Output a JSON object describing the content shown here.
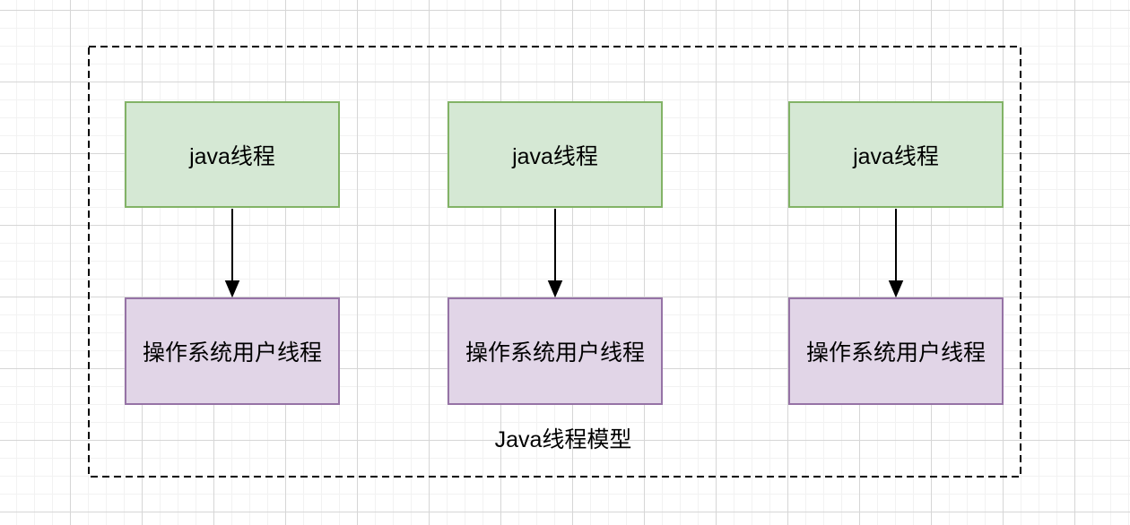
{
  "diagram": {
    "group_label": "Java线程模型",
    "columns": [
      {
        "java_thread": "java线程",
        "os_thread": "操作系统用户线程"
      },
      {
        "java_thread": "java线程",
        "os_thread": "操作系统用户线程"
      },
      {
        "java_thread": "java线程",
        "os_thread": "操作系统用户线程"
      }
    ]
  },
  "colors": {
    "java_thread_fill": "#d5e8d4",
    "java_thread_border": "#82b366",
    "os_thread_fill": "#e1d5e7",
    "os_thread_border": "#9673a6",
    "connector": "#000000",
    "frame_border": "#000000",
    "label_text": "#000000",
    "grid_minor": "#f2f2f2",
    "grid_major": "#d6d6d6",
    "canvas_bg": "#ffffff"
  }
}
